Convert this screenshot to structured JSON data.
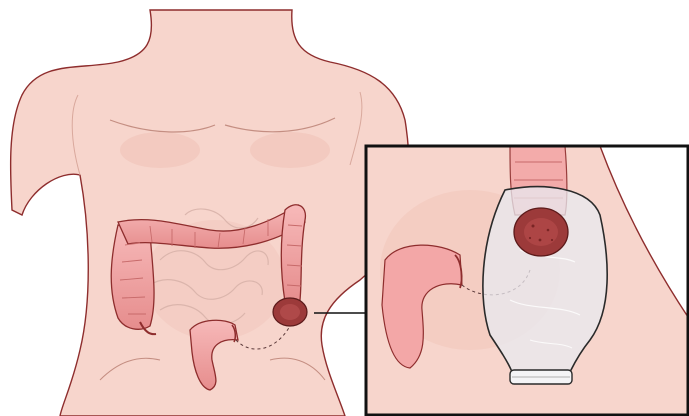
{
  "illustration": {
    "subject": "colostomy",
    "colors": {
      "skin": "#f7d5cc",
      "skin_shade": "#efc0b4",
      "outline": "#8e2d2d",
      "colon": "#f3a7a7",
      "colon_dark": "#d97c7c",
      "small_intestine": "#f0c8bf",
      "stoma": "#9c3a3a",
      "bag": "#e8eaf0",
      "bag_outline": "#2a2a2a",
      "inset_border": "#111111"
    },
    "icons": [
      "torso-figure",
      "large-intestine",
      "stoma",
      "colostomy-bag",
      "inset-magnifier"
    ]
  }
}
